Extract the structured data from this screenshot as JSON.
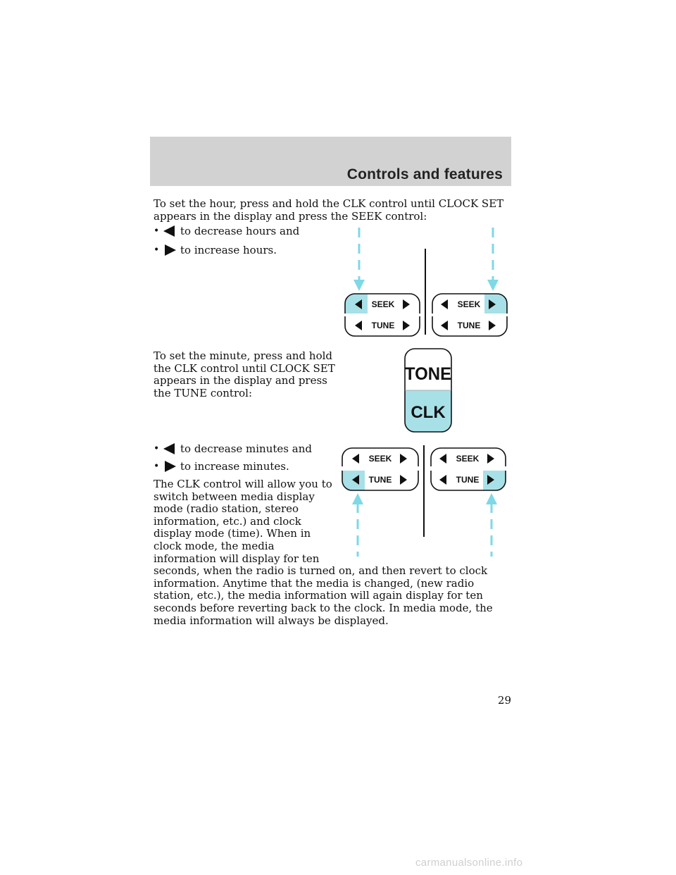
{
  "header": {
    "title": "Controls and features"
  },
  "hour_section": {
    "intro": "To set the hour, press and hold the CLK control until CLOCK SET appears in the display and press the SEEK control:",
    "bullets": [
      {
        "icon": "left-arrow-icon",
        "text": "to decrease hours and"
      },
      {
        "icon": "right-arrow-icon",
        "text": "to increase hours."
      }
    ]
  },
  "minute_section": {
    "intro": "To set the minute, press and hold the CLK control until CLOCK SET appears in the display and press the TUNE control:",
    "bullets": [
      {
        "icon": "left-arrow-icon",
        "text": "to decrease minutes and"
      },
      {
        "icon": "right-arrow-icon",
        "text": "to increase minutes."
      }
    ]
  },
  "clk_paragraph": "The CLK control will allow you to switch between media display mode (radio station, stereo information, etc.) and clock display mode (time). When in clock mode, the media information will display for ten seconds, when the radio is turned on, and then revert to clock information. Anytime that the media is changed, (new radio station, etc.), the media information will again display for ten seconds before reverting back to the clock. In media mode, the media information will always be displayed.",
  "diagram_labels": {
    "seek": "SEEK",
    "tune": "TUNE",
    "tone": "TONE",
    "clk": "CLK"
  },
  "colors": {
    "highlight": "#a8e0e8",
    "arrow": "#7fd8e6",
    "header_band": "#d2d2d2"
  },
  "page_number": "29",
  "watermark": "carmanualsonline.info"
}
